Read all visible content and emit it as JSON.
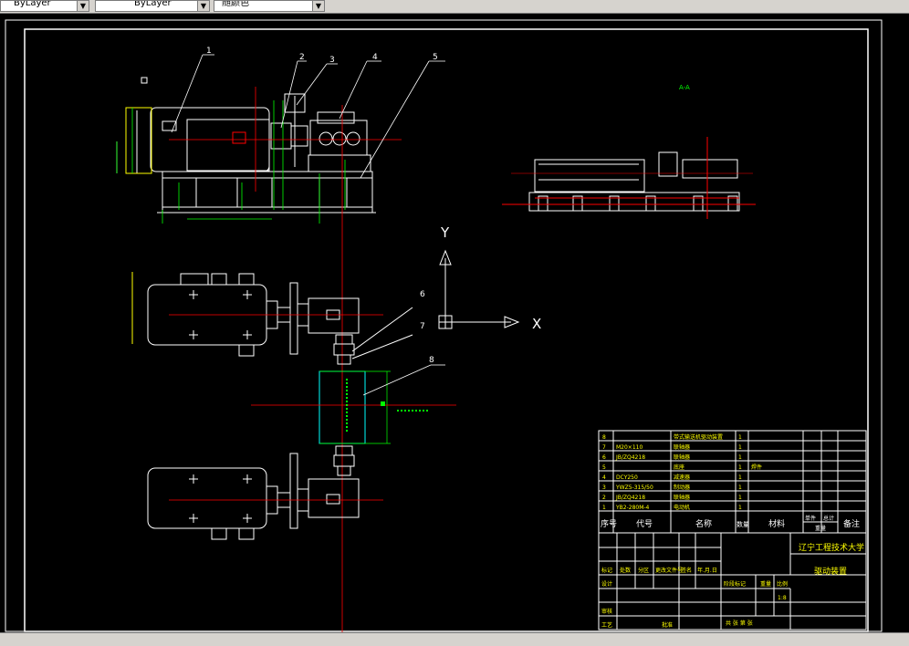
{
  "toolbar": {
    "linetype_value": "ByLayer",
    "lineweight_value": "ByLayer",
    "color_value": "随颜色"
  },
  "drawing": {
    "part_numbers": [
      "1",
      "2",
      "3",
      "4",
      "5",
      "6",
      "7",
      "8"
    ],
    "section_label": "A-A",
    "axis_x": "X",
    "axis_y": "Y",
    "scale_text": "1:8"
  },
  "title_block": {
    "school": "辽宁工程技术大学",
    "drawing_title": "驱动装置",
    "headers": {
      "seq": "序号",
      "code": "代号",
      "name": "名称",
      "qty": "数量",
      "material": "材料",
      "unit_weight": "单件",
      "total_weight": "总计",
      "weight": "重量",
      "remark": "备注"
    },
    "sign_labels": [
      "标记",
      "处数",
      "分区",
      "更改文件号",
      "签名",
      "年.月.日"
    ],
    "row_labels": [
      "设计",
      "审核",
      "工艺"
    ],
    "stage_labels": [
      "阶段标记",
      "重量",
      "比例"
    ],
    "sheet_label": "共  张  第  张",
    "approve": "批准",
    "parts": [
      {
        "seq": "8",
        "code": "",
        "name": "带式输送机驱动装置",
        "qty": "1",
        "material": ""
      },
      {
        "seq": "7",
        "code": "M20×110",
        "name": "联轴器",
        "qty": "1",
        "material": ""
      },
      {
        "seq": "6",
        "code": "JB/ZQ4218",
        "name": "联轴器",
        "qty": "1",
        "material": ""
      },
      {
        "seq": "5",
        "code": "",
        "name": "底座",
        "qty": "1",
        "material": "焊件"
      },
      {
        "seq": "4",
        "code": "DCY250",
        "name": "减速器",
        "qty": "1",
        "material": ""
      },
      {
        "seq": "3",
        "code": "YWZ5-315/50",
        "name": "制动器",
        "qty": "1",
        "material": ""
      },
      {
        "seq": "2",
        "code": "JB/ZQ4218",
        "name": "联轴器",
        "qty": "1",
        "material": ""
      },
      {
        "seq": "1",
        "code": "YB2-280M-4",
        "name": "电动机",
        "qty": "1",
        "material": ""
      }
    ]
  }
}
